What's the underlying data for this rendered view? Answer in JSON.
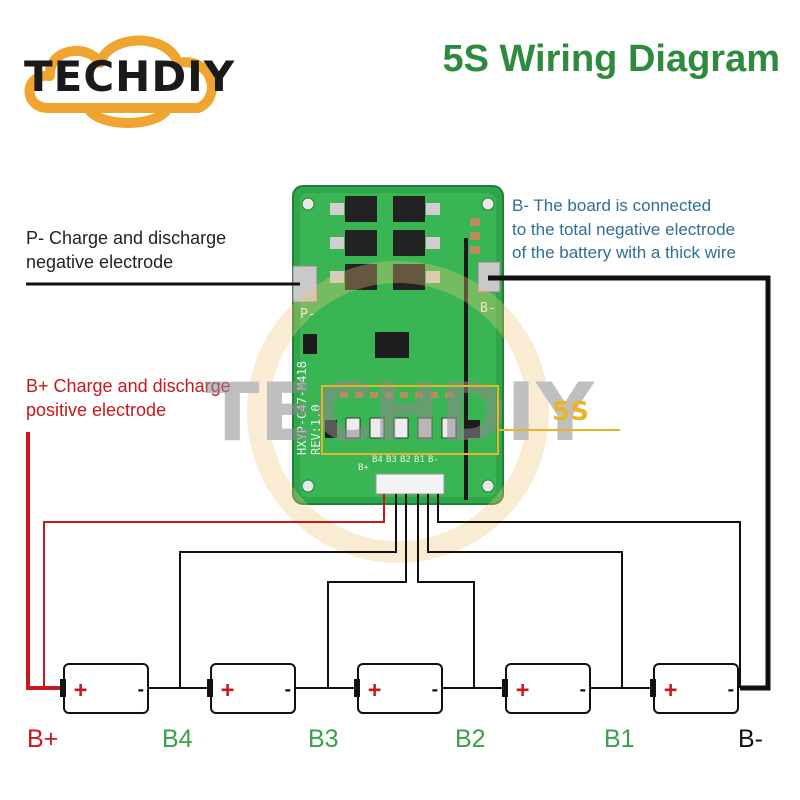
{
  "brand": {
    "name": "TECHDIY"
  },
  "title": "5S Wiring Diagram",
  "notes": {
    "p_minus": [
      "P- Charge and discharge",
      "negative electrode"
    ],
    "b_plus": [
      "B+ Charge and discharge",
      "positive electrode"
    ],
    "b_minus": [
      "B- The board is connected",
      "to the total negative electrode",
      "of the battery with a thick wire"
    ]
  },
  "board": {
    "model": "HXYP-C47-M418",
    "rev": "REV:1.0",
    "pad_p": "P-",
    "pad_b": "B-",
    "connector_pins": [
      "B+",
      "B4",
      "B3",
      "B2",
      "B1",
      "B-"
    ]
  },
  "watermark": {
    "text": "TECHDIY",
    "badge": "5S"
  },
  "terminals": [
    "B+",
    "B4",
    "B3",
    "B2",
    "B1",
    "B-"
  ],
  "battery": {
    "plus": "+",
    "minus": "-",
    "count": 5
  },
  "colors": {
    "title_green": "#2e8b3e",
    "label_green": "#3aa04a",
    "red": "#c8171d",
    "blue": "#2f6f93",
    "pcb_green": "#2fa64a",
    "logo_orange": "#f0a531"
  }
}
